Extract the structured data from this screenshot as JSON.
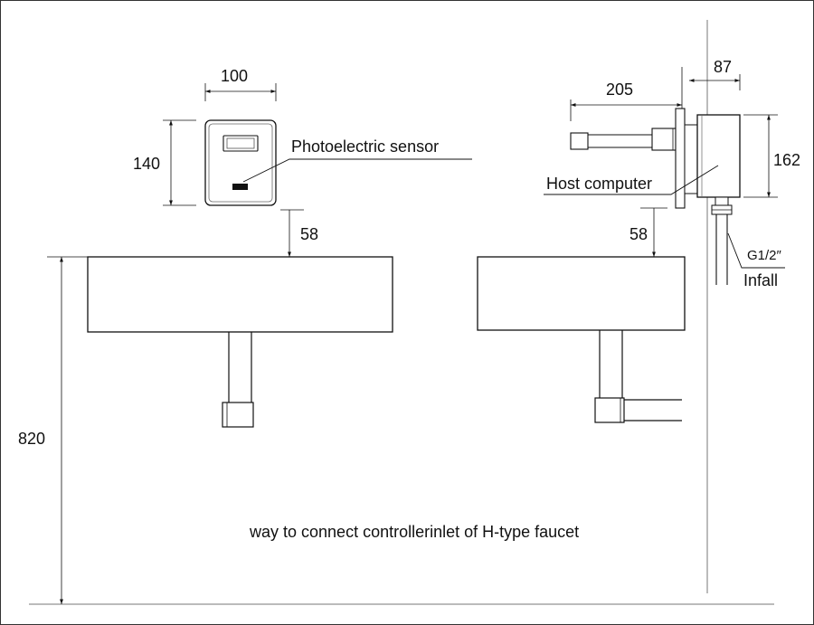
{
  "colors": {
    "line": "#111111",
    "dim": "#222222",
    "background": "#ffffff"
  },
  "front_view": {
    "sensor_width": "100",
    "sensor_height": "140",
    "sensor_label": "Photoelectric sensor",
    "gap_above_basin": "58",
    "mount_height": "820"
  },
  "side_view": {
    "spout_length": "205",
    "body_depth": "87",
    "body_height": "162",
    "host_label": "Host computer",
    "gap_above_basin": "58",
    "thread_label": "G1/2″",
    "inlet_label": "Infall"
  },
  "caption": "way to connect controllerinlet of H-type faucet"
}
